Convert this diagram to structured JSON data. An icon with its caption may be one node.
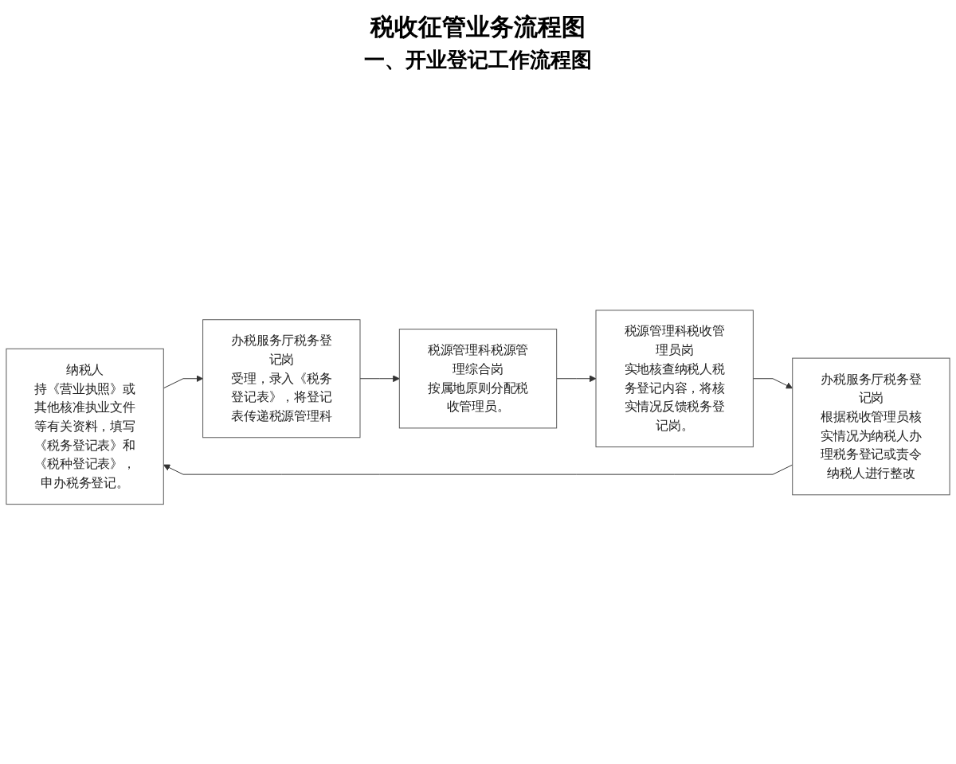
{
  "diagram": {
    "title": "税收征管业务流程图",
    "nodes": [
      {
        "text": [
          "纳税人",
          "持《营业执照》或其他核准执业文件等有关资料，填写《税务登记表》和《税种登记表》，申办税务登记。"
        ]
      },
      {
        "text": [
          "办税服务厅税务登记岗",
          "受理，录入《税务登记表》，将登记表传递税源管理科"
        ]
      },
      {
        "text": [
          "税源管理科税源管理综合岗",
          "按属地原则分配税收管理员。"
        ]
      },
      {
        "text": [
          "税源管理科税收管理员岗",
          "实地核查纳税人税务登记内容，将核实情况反馈税务登记岗。"
        ]
      },
      {
        "text": [
          "办税服务厅税务登记岗",
          "根据税收管理员核实情况为纳税人办理税务登记或责令纳税人进行整改"
        ]
      }
    ],
    "edges": [
      {
        "from": 0,
        "to": 1,
        "arrow": "to"
      },
      {
        "from": 1,
        "to": 2,
        "arrow": "to"
      },
      {
        "from": 2,
        "to": 3,
        "arrow": "to"
      },
      {
        "from": 3,
        "to": 4,
        "arrow": "to"
      },
      {
        "from": 4,
        "to": 0,
        "arrow": "to"
      }
    ],
    "labels": [
      "一、开业登记工作流程图"
    ]
  }
}
